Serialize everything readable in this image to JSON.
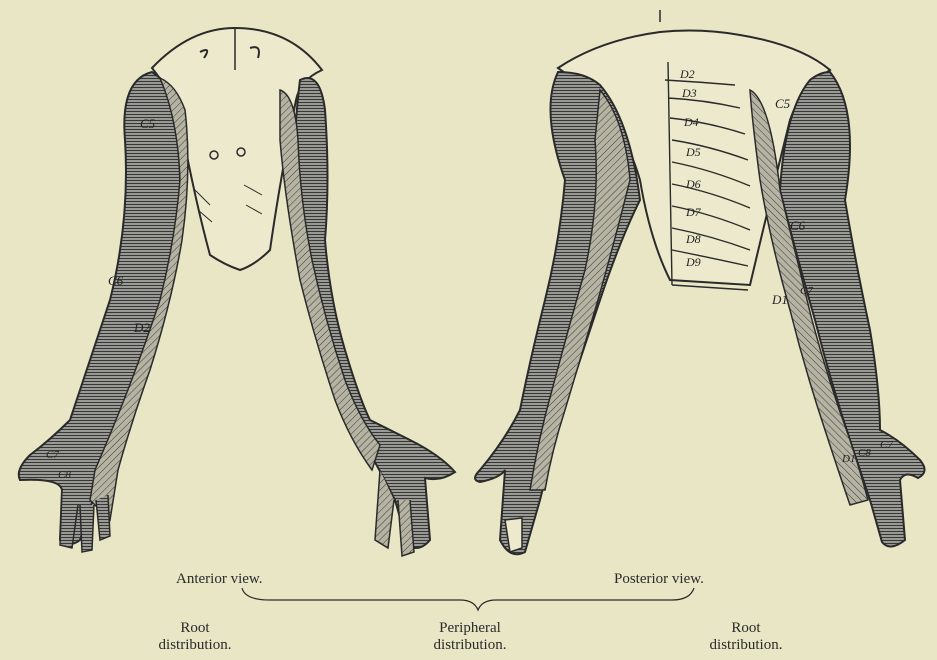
{
  "figure": {
    "captions": {
      "anterior_view": "Anterior view.",
      "posterior_view": "Posterior view.",
      "root_left_line1": "Root",
      "root_left_line2": "distribution.",
      "peripheral_line1": "Peripheral",
      "peripheral_line2": "distribution.",
      "root_right_line1": "Root",
      "root_right_line2": "distribution."
    },
    "anterior_labels": {
      "c5": "C5",
      "c6": "C6",
      "d2": "D2",
      "c7": "C7",
      "c8": "C8"
    },
    "posterior_labels": {
      "d2": "D2",
      "d3": "D3",
      "d4": "D4",
      "d5": "D5",
      "d6": "D6",
      "d7": "D7",
      "d8": "D8",
      "d9": "D9",
      "c5": "C5",
      "c6": "C6",
      "c7_upper": "C7",
      "d1": "D1",
      "c8": "C8",
      "c7_hand": "C7",
      "d1_hand": "D1"
    },
    "colors": {
      "background": "#e9e6c6",
      "ink": "#2a2a2a",
      "shading": "#8f8f8f"
    }
  }
}
